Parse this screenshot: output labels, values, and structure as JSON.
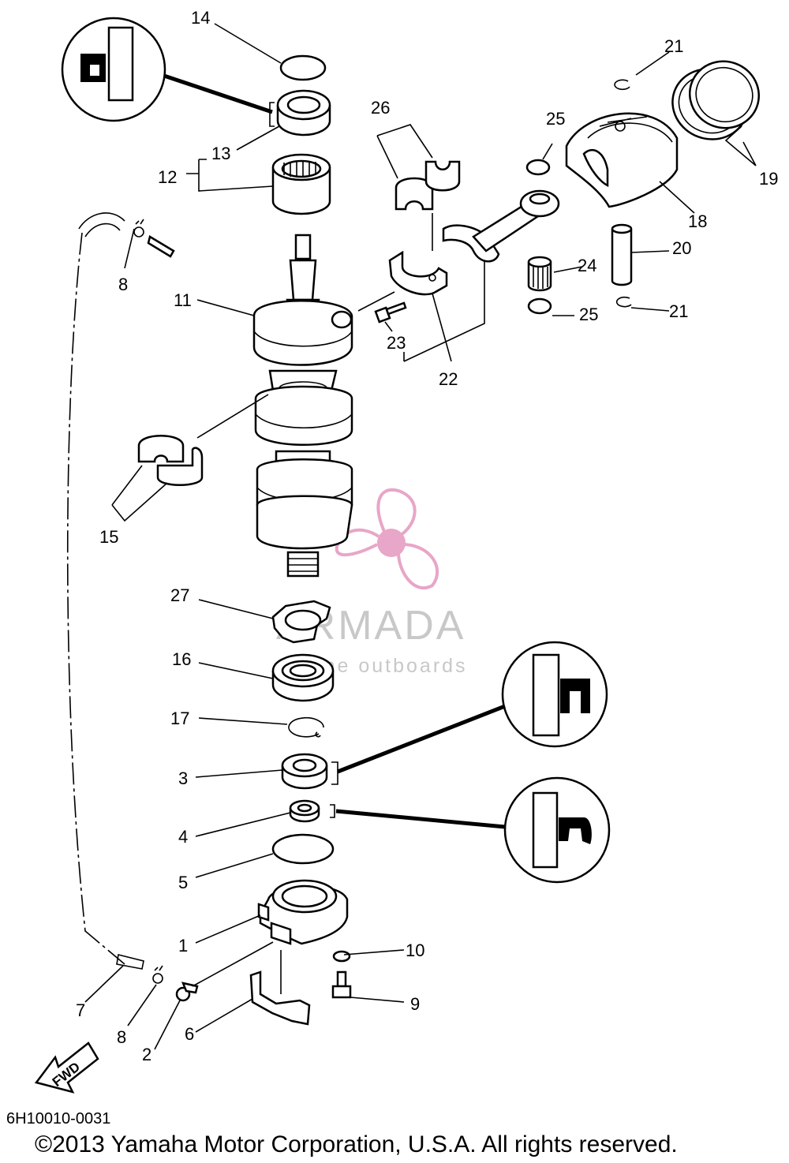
{
  "diagram": {
    "labels": [
      {
        "id": "label-1",
        "text": "1"
      },
      {
        "id": "label-2",
        "text": "2"
      },
      {
        "id": "label-3",
        "text": "3"
      },
      {
        "id": "label-4",
        "text": "4"
      },
      {
        "id": "label-5",
        "text": "5"
      },
      {
        "id": "label-6",
        "text": "6"
      },
      {
        "id": "label-7",
        "text": "7"
      },
      {
        "id": "label-8a",
        "text": "8"
      },
      {
        "id": "label-8b",
        "text": "8"
      },
      {
        "id": "label-9",
        "text": "9"
      },
      {
        "id": "label-10",
        "text": "10"
      },
      {
        "id": "label-11",
        "text": "11"
      },
      {
        "id": "label-12",
        "text": "12"
      },
      {
        "id": "label-13",
        "text": "13"
      },
      {
        "id": "label-14",
        "text": "14"
      },
      {
        "id": "label-15",
        "text": "15"
      },
      {
        "id": "label-16",
        "text": "16"
      },
      {
        "id": "label-17",
        "text": "17"
      },
      {
        "id": "label-18",
        "text": "18"
      },
      {
        "id": "label-19",
        "text": "19"
      },
      {
        "id": "label-20",
        "text": "20"
      },
      {
        "id": "label-21a",
        "text": "21"
      },
      {
        "id": "label-21b",
        "text": "21"
      },
      {
        "id": "label-22",
        "text": "22"
      },
      {
        "id": "label-23",
        "text": "23"
      },
      {
        "id": "label-24",
        "text": "24"
      },
      {
        "id": "label-25a",
        "text": "25"
      },
      {
        "id": "label-25b",
        "text": "25"
      },
      {
        "id": "label-26",
        "text": "26"
      },
      {
        "id": "label-27",
        "text": "27"
      }
    ],
    "fwd_arrow_label": "FWD",
    "diagram_code": "6H10010-0031",
    "copyright": "©2013 Yamaha Motor Corporation, U.S.A. All rights reserved."
  },
  "watermark": {
    "brand": "ARMADA",
    "tagline": "marine outboards",
    "logo_icon": "propeller-icon",
    "color": "#e8a6c8"
  }
}
